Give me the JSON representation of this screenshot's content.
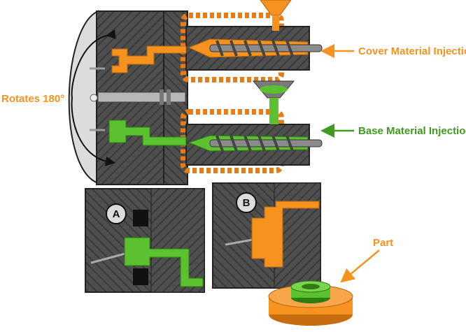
{
  "labels": {
    "rotates": "Rotates 180°",
    "cover_injection": "Cover Material Injection",
    "base_injection": "Base Material Injection",
    "part": "Part",
    "mold_a": "A",
    "mold_b": "B"
  },
  "colors": {
    "orange": "#f6921e",
    "green": "#5cc130",
    "steel": "#555555",
    "steel_dark": "#3b3b3b",
    "plate_light": "#dcdcdc",
    "screw": "#8a8a8a"
  },
  "icons": {
    "rotation": "curved-double-arrow-icon",
    "injection": "left-arrow-icon"
  }
}
